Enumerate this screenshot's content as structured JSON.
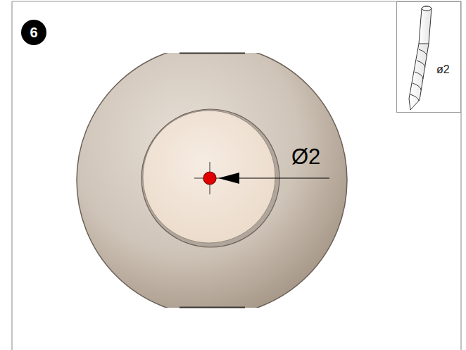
{
  "diagram": {
    "nodes": [
      {
        "text": [
          "6"
        ]
      },
      {
        "text": [
          "ø2"
        ]
      }
    ],
    "labels": [
      "Ø2"
    ]
  }
}
